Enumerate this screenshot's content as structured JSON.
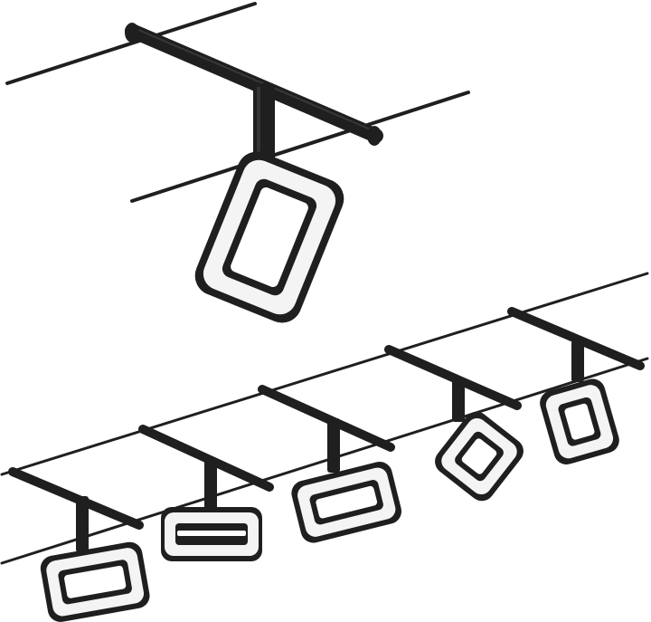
{
  "image": {
    "subject": "product-photo",
    "background_color": "#ffffff",
    "fixture_color": "#1f1f1f",
    "light_diffuser_color": "#f4f4f4",
    "highlight_color": "#4a4a4a"
  },
  "hero_spotlight": {
    "icon": "square-led-spot-icon",
    "orientation": "tilted"
  },
  "cable_system": {
    "wire_count": 2,
    "spotlights": [
      {
        "icon": "square-led-spot-icon",
        "orientation": "landscape"
      },
      {
        "icon": "square-led-spot-icon",
        "orientation": "landscape-flat"
      },
      {
        "icon": "square-led-spot-icon",
        "orientation": "landscape"
      },
      {
        "icon": "square-led-spot-icon",
        "orientation": "tilted-diamond"
      },
      {
        "icon": "square-led-spot-icon",
        "orientation": "portrait-tilted"
      }
    ]
  }
}
